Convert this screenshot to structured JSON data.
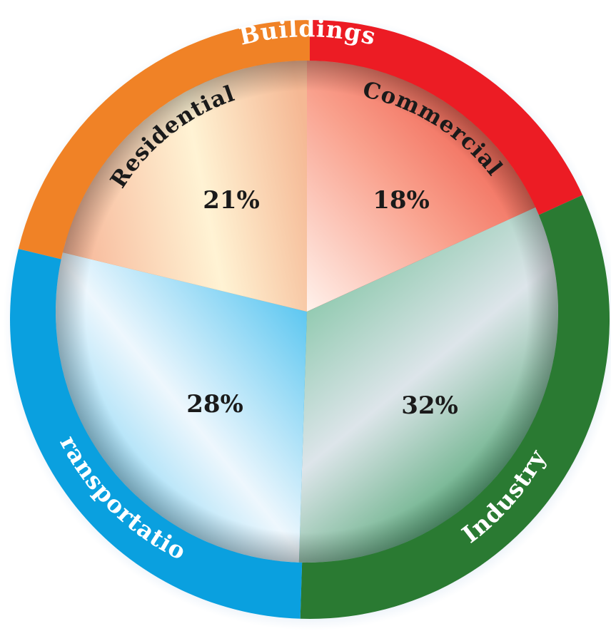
{
  "chart_data": {
    "type": "pie",
    "title": "",
    "slices": [
      {
        "label": "Commercial",
        "value": 18,
        "value_label": "18%",
        "group": "Buildings",
        "color": "#ec1c24"
      },
      {
        "label": "Industry",
        "value": 32,
        "value_label": "32%",
        "group": "Industry",
        "color": "#2a7a32"
      },
      {
        "label": "Transportation",
        "value": 28,
        "value_label": "28%",
        "group": "Transportation",
        "color": "#0aa0df"
      },
      {
        "label": "Residential",
        "value": 21,
        "value_label": "21%",
        "group": "Buildings",
        "color": "#f08226"
      }
    ],
    "ring_groups": [
      {
        "name": "Buildings",
        "color": "#ec1c24"
      },
      {
        "name": "Industry",
        "color": "#2a7a32"
      },
      {
        "name": "Transportation",
        "color": "#0aa0df"
      }
    ]
  }
}
